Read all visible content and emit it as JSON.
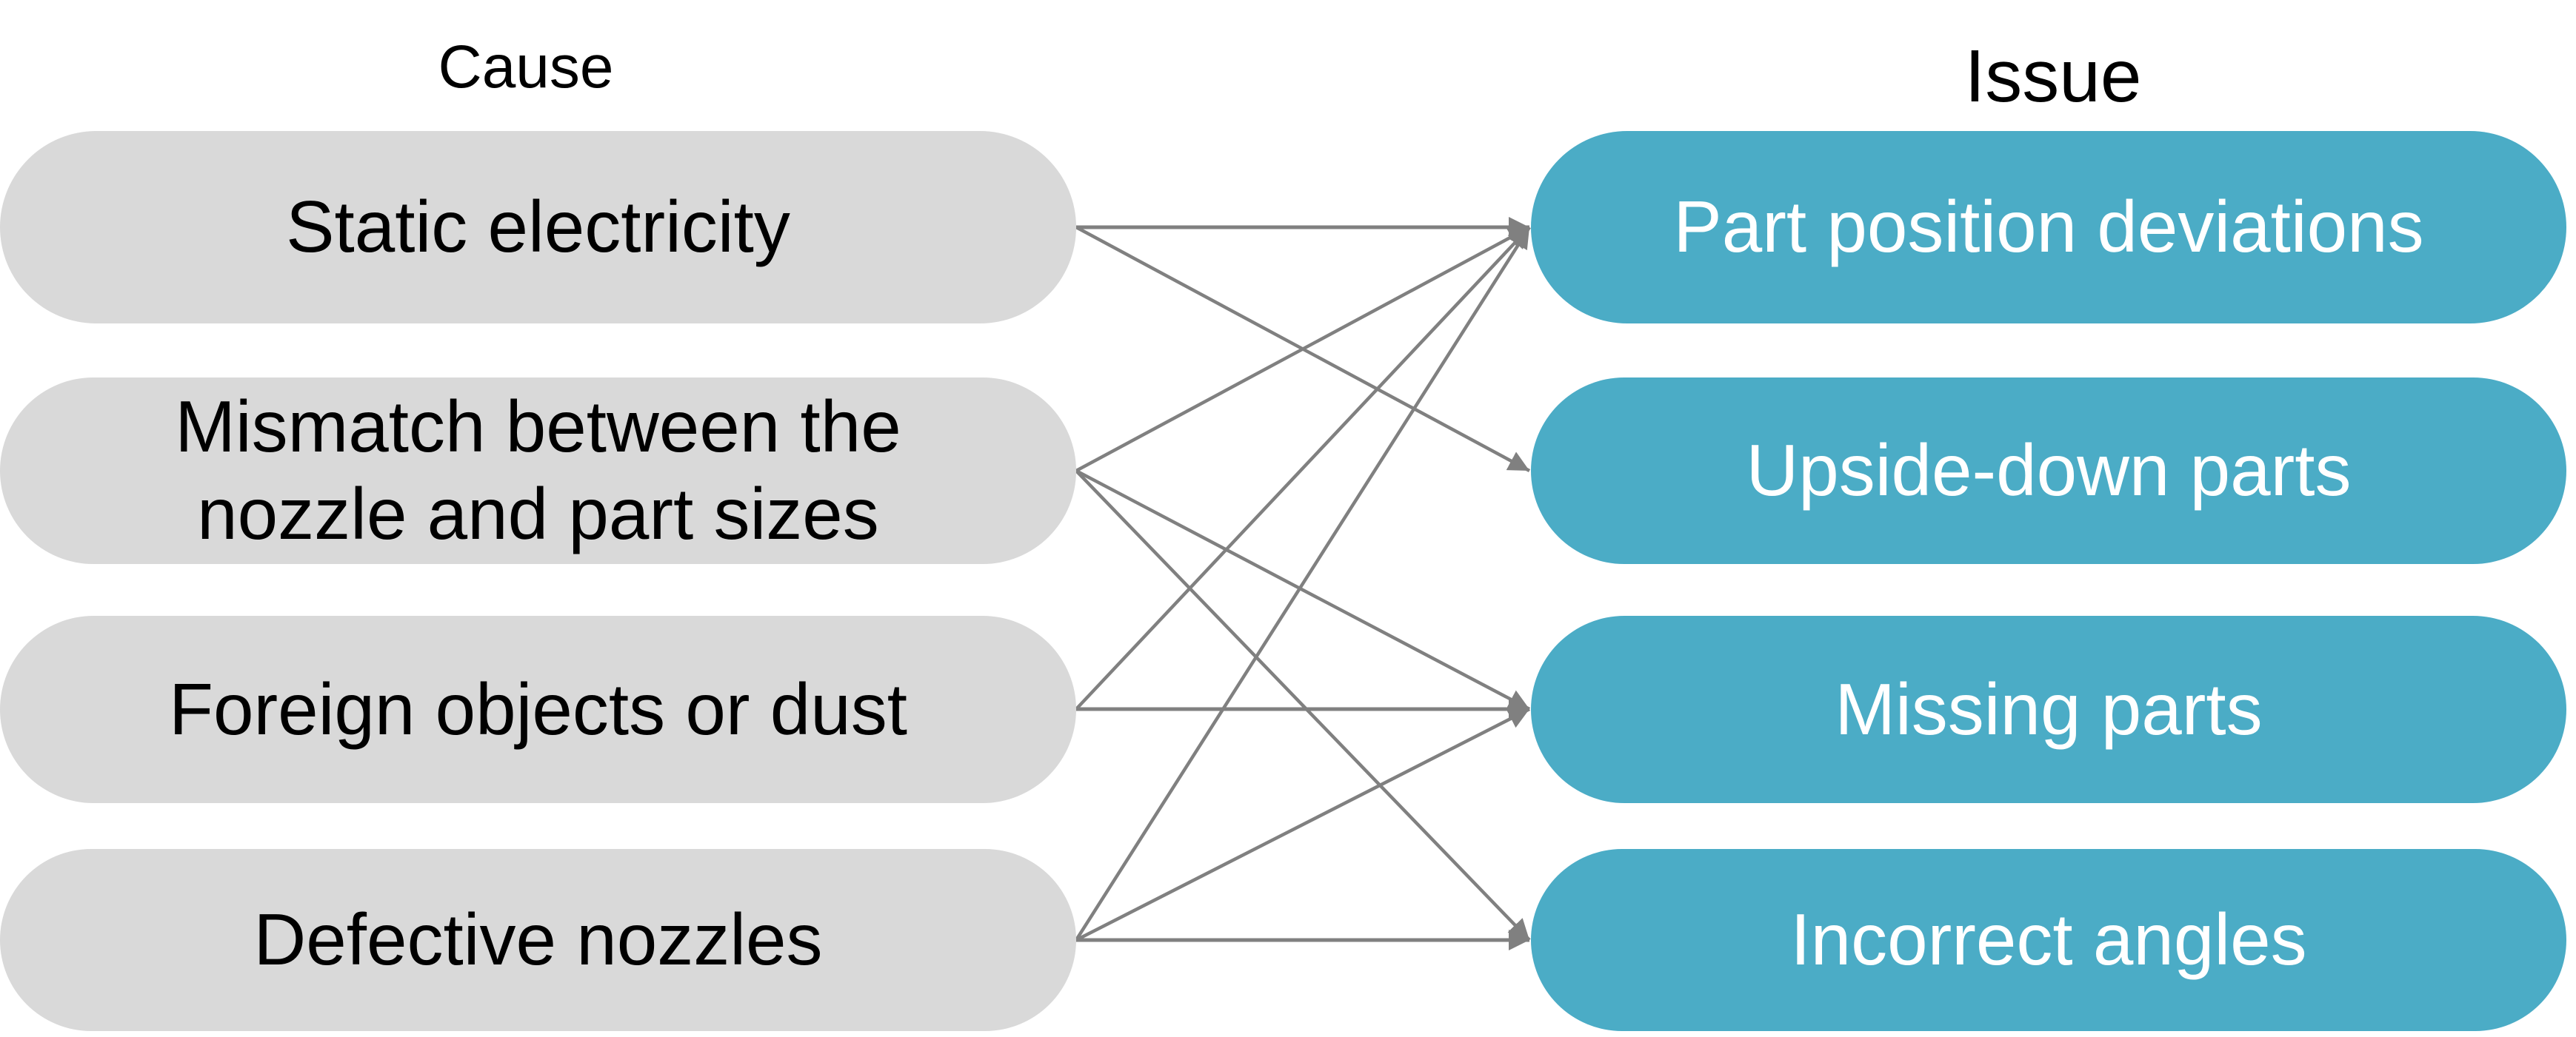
{
  "headers": {
    "cause": "Cause",
    "issue": "Issue"
  },
  "causes": [
    {
      "id": "static",
      "label": "Static electricity"
    },
    {
      "id": "mismatch",
      "label": "Mismatch between the nozzle and part sizes",
      "lines": [
        "Mismatch between the",
        "nozzle and part sizes"
      ]
    },
    {
      "id": "foreign",
      "label": "Foreign objects or dust"
    },
    {
      "id": "defective",
      "label": "Defective nozzles"
    }
  ],
  "issues": [
    {
      "id": "position",
      "label": "Part position deviations"
    },
    {
      "id": "upside",
      "label": "Upside-down parts"
    },
    {
      "id": "missing",
      "label": "Missing parts"
    },
    {
      "id": "angles",
      "label": "Incorrect angles"
    }
  ],
  "links": [
    {
      "from": 0,
      "to": 0
    },
    {
      "from": 0,
      "to": 1
    },
    {
      "from": 1,
      "to": 0
    },
    {
      "from": 1,
      "to": 2
    },
    {
      "from": 1,
      "to": 3
    },
    {
      "from": 2,
      "to": 0
    },
    {
      "from": 2,
      "to": 2
    },
    {
      "from": 3,
      "to": 0
    },
    {
      "from": 3,
      "to": 2
    },
    {
      "from": 3,
      "to": 3
    }
  ],
  "colors": {
    "cause_fill": "#D9D9D9",
    "issue_fill": "#4BACC6",
    "arrow": "#808080",
    "cause_text": "#000000",
    "issue_text": "#FFFFFF"
  }
}
